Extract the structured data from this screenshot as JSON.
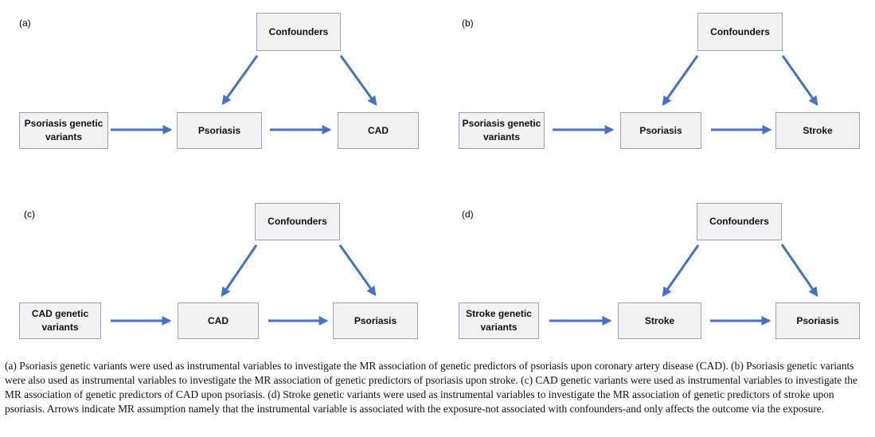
{
  "panels": [
    {
      "label": "(a)",
      "confounders": "Confounders",
      "instrument": "Psoriasis genetic variants",
      "exposure": "Psoriasis",
      "outcome": "CAD"
    },
    {
      "label": "(b)",
      "confounders": "Confounders",
      "instrument": "Psoriasis genetic variants",
      "exposure": "Psoriasis",
      "outcome": "Stroke"
    },
    {
      "label": "(c)",
      "confounders": "Confounders",
      "instrument": "CAD genetic variants",
      "exposure": "CAD",
      "outcome": "Psoriasis"
    },
    {
      "label": "(d)",
      "confounders": "Confounders",
      "instrument": "Stroke genetic variants",
      "exposure": "Stroke",
      "outcome": "Psoriasis"
    }
  ],
  "caption": "(a) Psoriasis genetic variants were used as instrumental variables to investigate the MR association of genetic predictors of psoriasis upon coronary artery disease (CAD). (b) Psoriasis genetic variants were also used as instrumental variables to investigate the MR association of genetic predictors of psoriasis upon stroke. (c) CAD genetic variants were used as instrumental variables to investigate the MR association of genetic predictors of CAD upon psoriasis. (d) Stroke genetic variants were used as instrumental variables to investigate the MR association of genetic predictors of stroke upon psoriasis. Arrows indicate MR assumption namely that the instrumental variable is associated with the exposure-not associated with confounders-and only affects the outcome via the exposure.",
  "colors": {
    "arrow": "#4472c4",
    "box_fill": "#f2f2f2",
    "box_border": "#9aa3b0"
  }
}
